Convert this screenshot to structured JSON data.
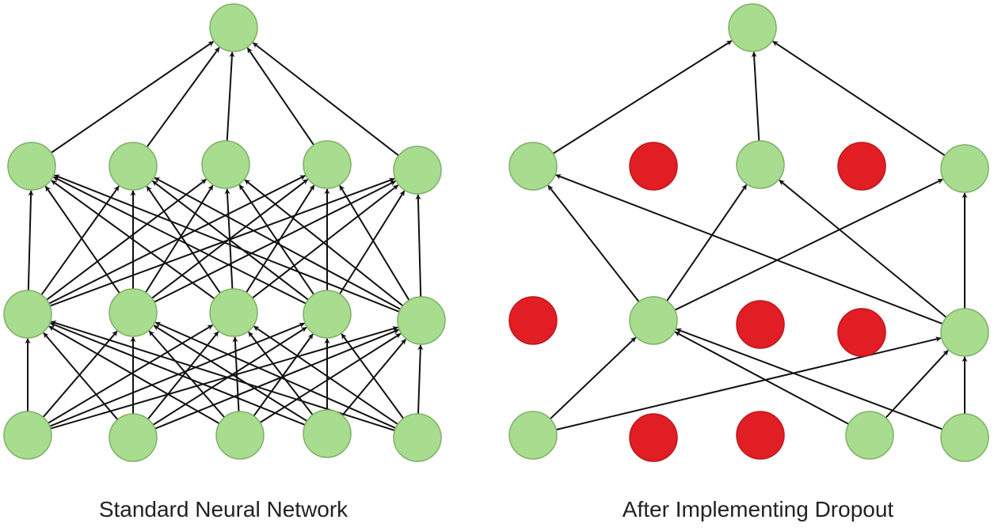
{
  "colors": {
    "active_node": "#a8dc8e",
    "active_node_stroke": "#7fb069",
    "dropped_node": "#e01e24",
    "edge": "#111111"
  },
  "diagrams": [
    {
      "caption": "Standard Neural Network",
      "layers": [
        {
          "nodes": [
            "active",
            "active",
            "active",
            "active",
            "active"
          ]
        },
        {
          "nodes": [
            "active",
            "active",
            "active",
            "active",
            "active"
          ]
        },
        {
          "nodes": [
            "active",
            "active",
            "active",
            "active",
            "active"
          ]
        },
        {
          "nodes": [
            "active"
          ]
        }
      ],
      "connections": "full"
    },
    {
      "caption": "After Implementing Dropout",
      "layers": [
        {
          "nodes": [
            "active",
            "dropped",
            "dropped",
            "active",
            "active"
          ]
        },
        {
          "nodes": [
            "dropped",
            "active",
            "dropped",
            "dropped",
            "active"
          ]
        },
        {
          "nodes": [
            "active",
            "dropped",
            "active",
            "dropped",
            "active"
          ]
        },
        {
          "nodes": [
            "active"
          ]
        }
      ],
      "connections": "active-only"
    }
  ]
}
